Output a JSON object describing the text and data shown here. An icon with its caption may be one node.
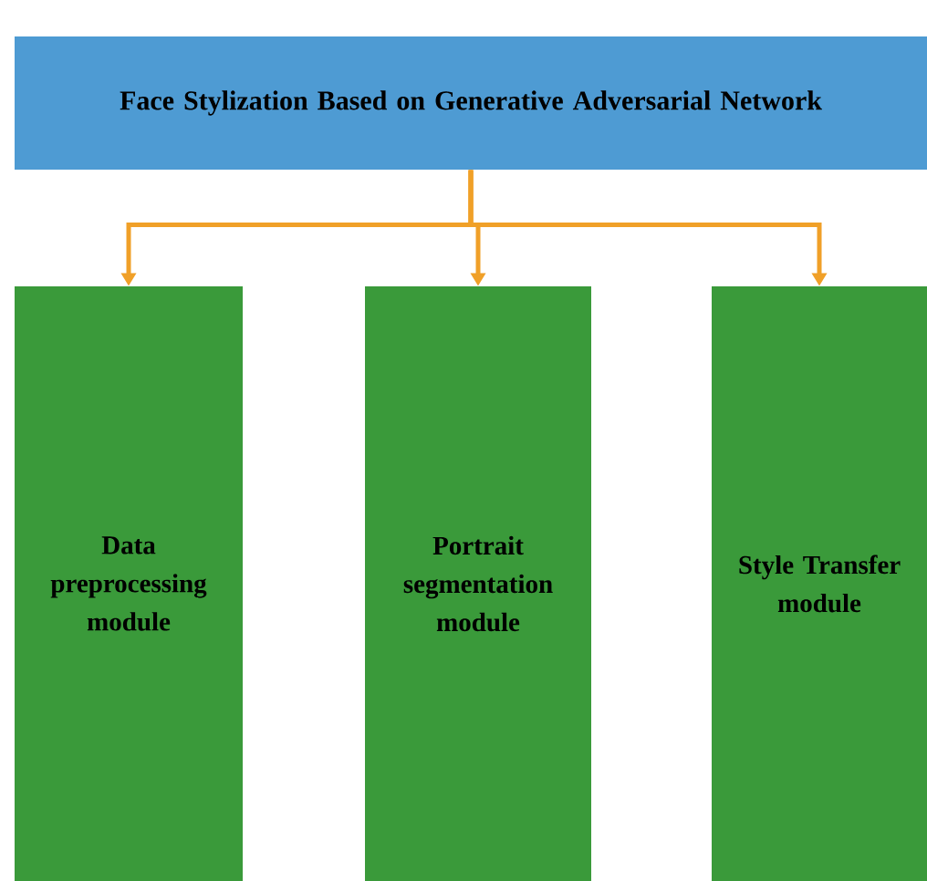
{
  "diagram": {
    "nodes": [
      {
        "text": [
          "Face Stylization Based on Generative Adversarial Network"
        ]
      },
      {
        "text": [
          "Data preprocessing module"
        ]
      },
      {
        "text": [
          "Portrait segmentation module"
        ]
      },
      {
        "text": [
          "Style Transfer module"
        ]
      }
    ],
    "edges": [
      {
        "from": 0,
        "to": 1,
        "arrow": "to"
      },
      {
        "from": 0,
        "to": 2,
        "arrow": "to"
      },
      {
        "from": 0,
        "to": 3,
        "arrow": "to"
      }
    ]
  }
}
